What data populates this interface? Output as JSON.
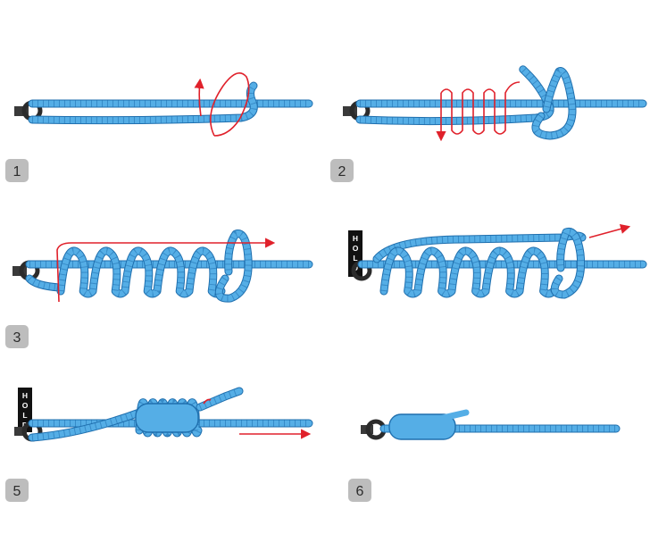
{
  "steps": [
    {
      "number": "1"
    },
    {
      "number": "2"
    },
    {
      "number": "3"
    },
    {
      "number": "4",
      "hold_label": "HOLD"
    },
    {
      "number": "5",
      "hold_label": "HOLD"
    },
    {
      "number": "6"
    }
  ],
  "colors": {
    "line_fill": "#55aee6",
    "line_stroke": "#1f6fae",
    "ring": "#2b2b2b",
    "arrow": "#e0212b",
    "badge": "#bdbdbd",
    "hold_tag": "#111111"
  }
}
